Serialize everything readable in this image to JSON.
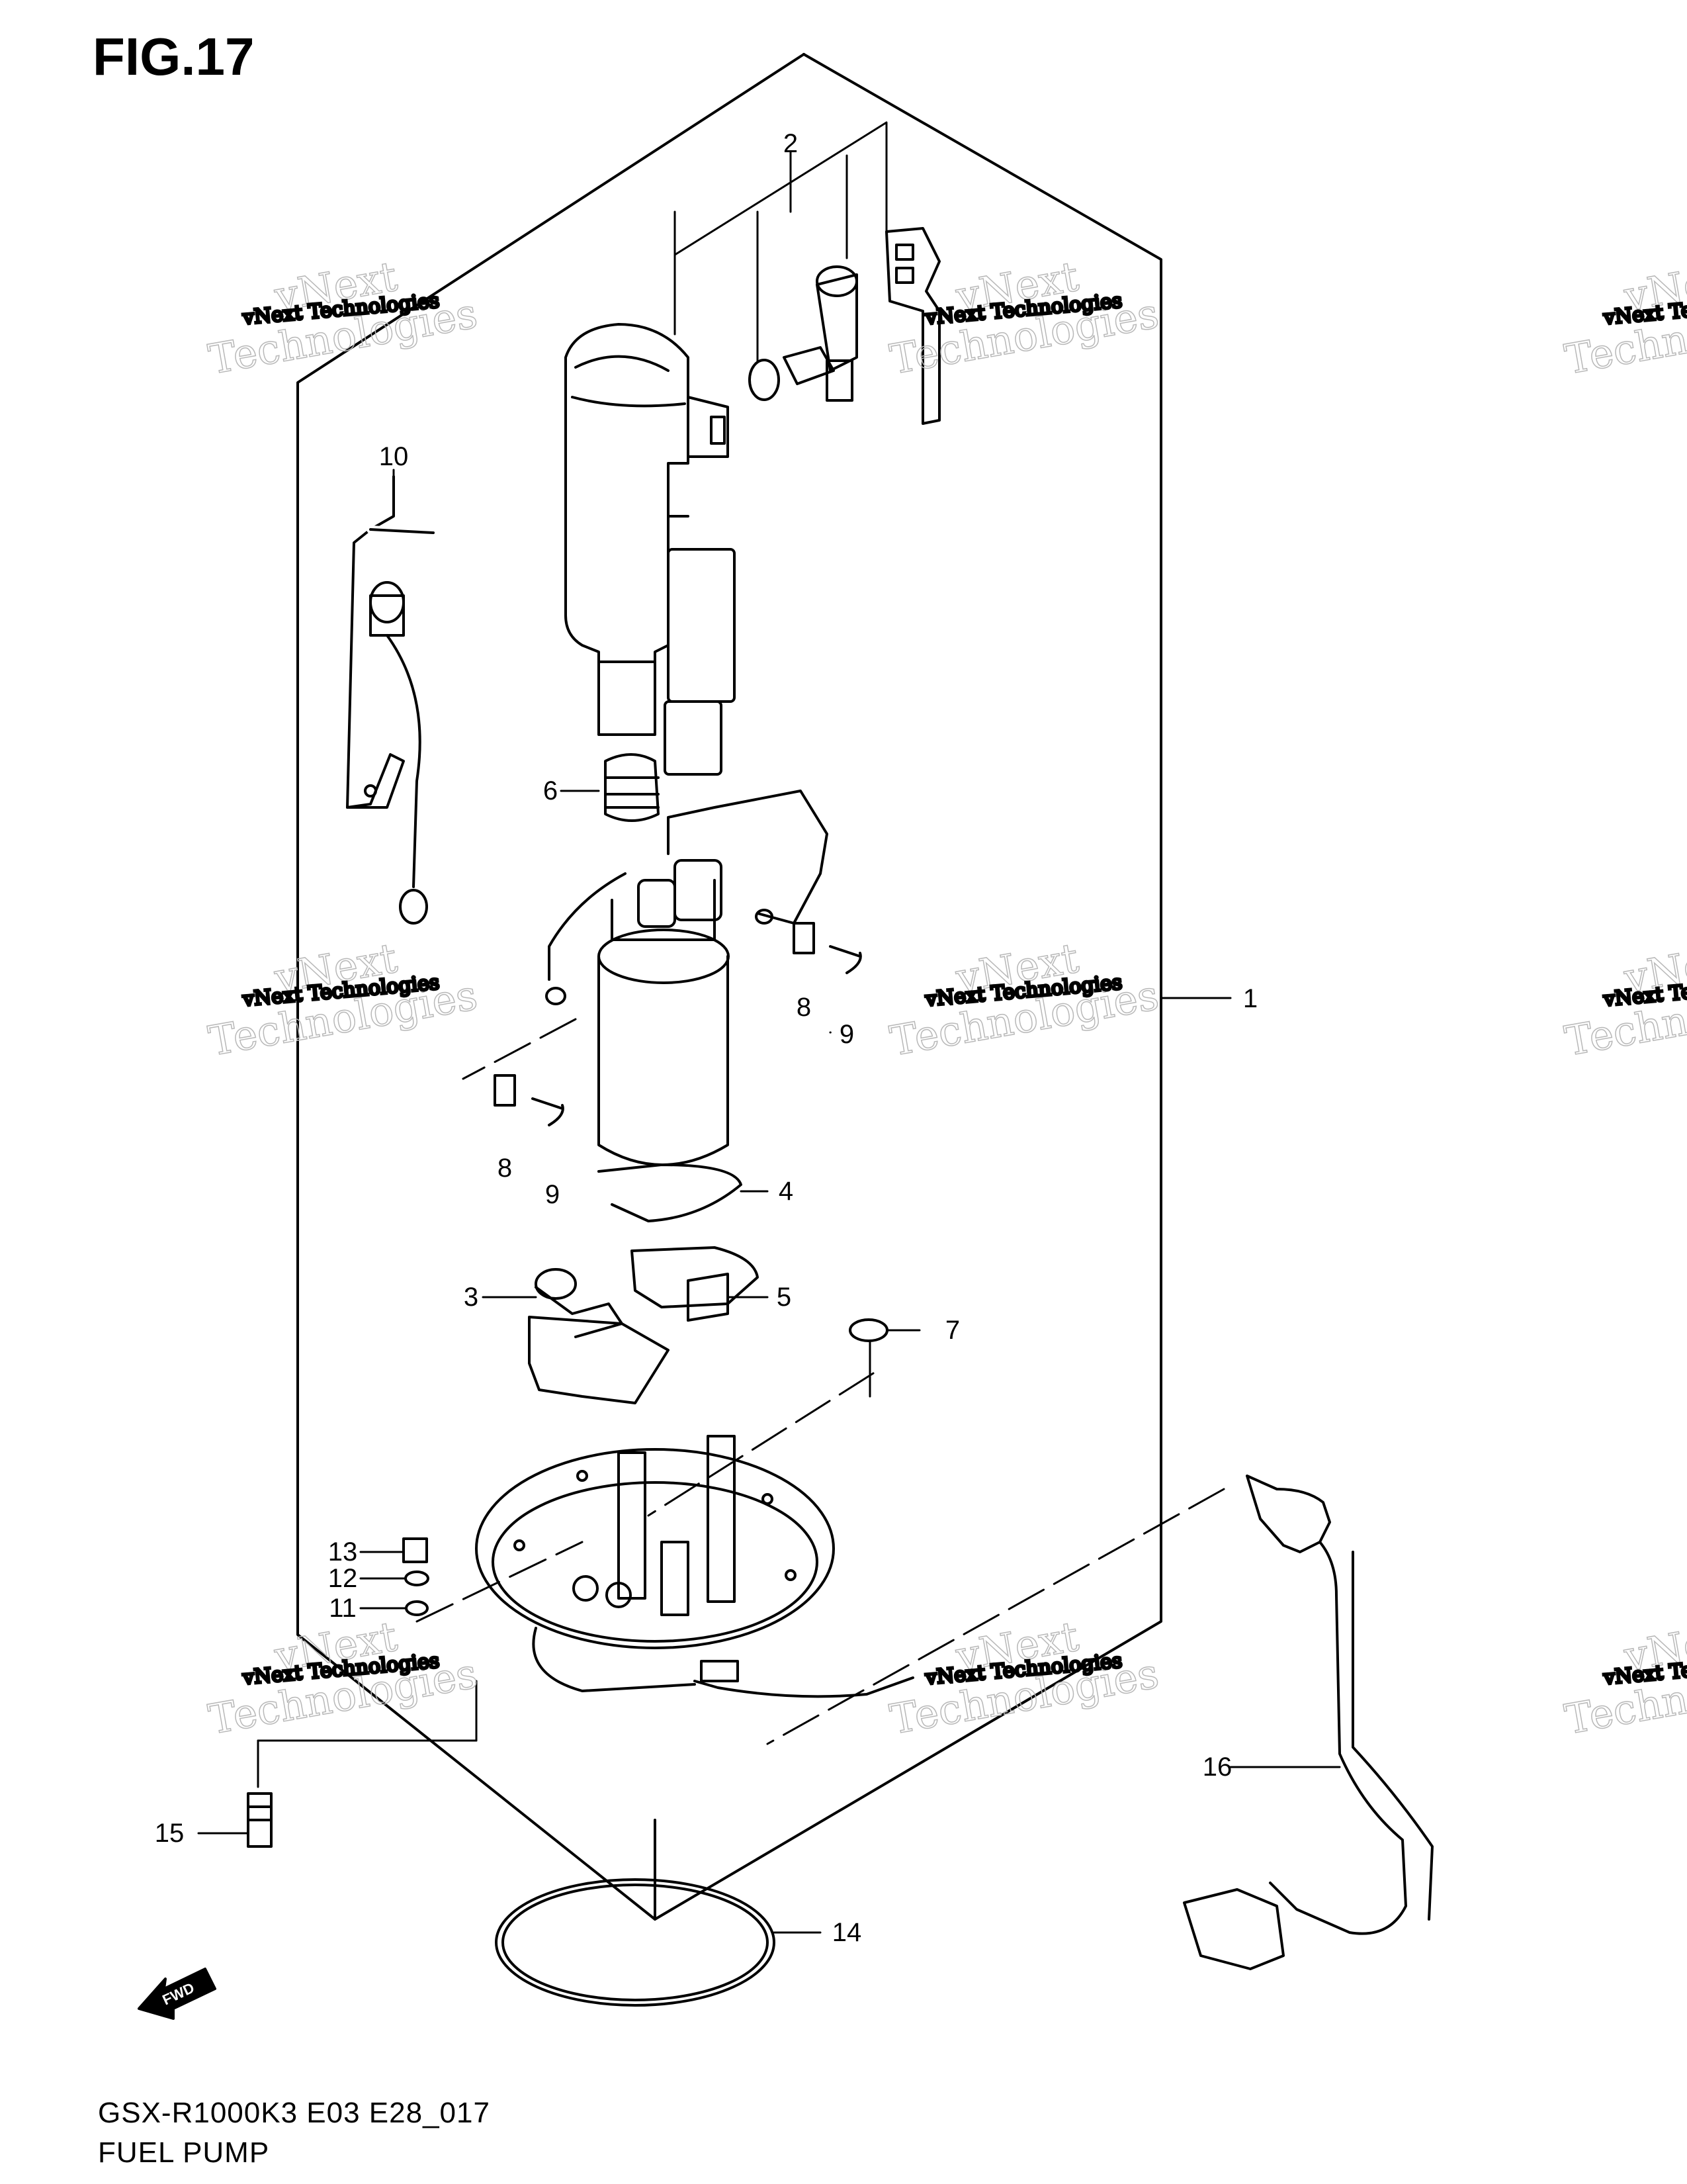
{
  "figure": {
    "title": "FIG.17",
    "model_code": "GSX-R1000K3 E03 E28_017",
    "name": "FUEL PUMP"
  },
  "watermark": {
    "line1": "vNext Technologies",
    "line2": "vNext",
    "line3": "Technologies"
  },
  "callouts": [
    "1",
    "2",
    "3",
    "4",
    "5",
    "6",
    "7",
    "8",
    "9",
    "10",
    "11",
    "12",
    "13",
    "14",
    "15",
    "16",
    "8",
    "9"
  ],
  "fwd_label": "FWD",
  "colors": {
    "ink": "#000000",
    "watermark": "#9a9a9a"
  }
}
